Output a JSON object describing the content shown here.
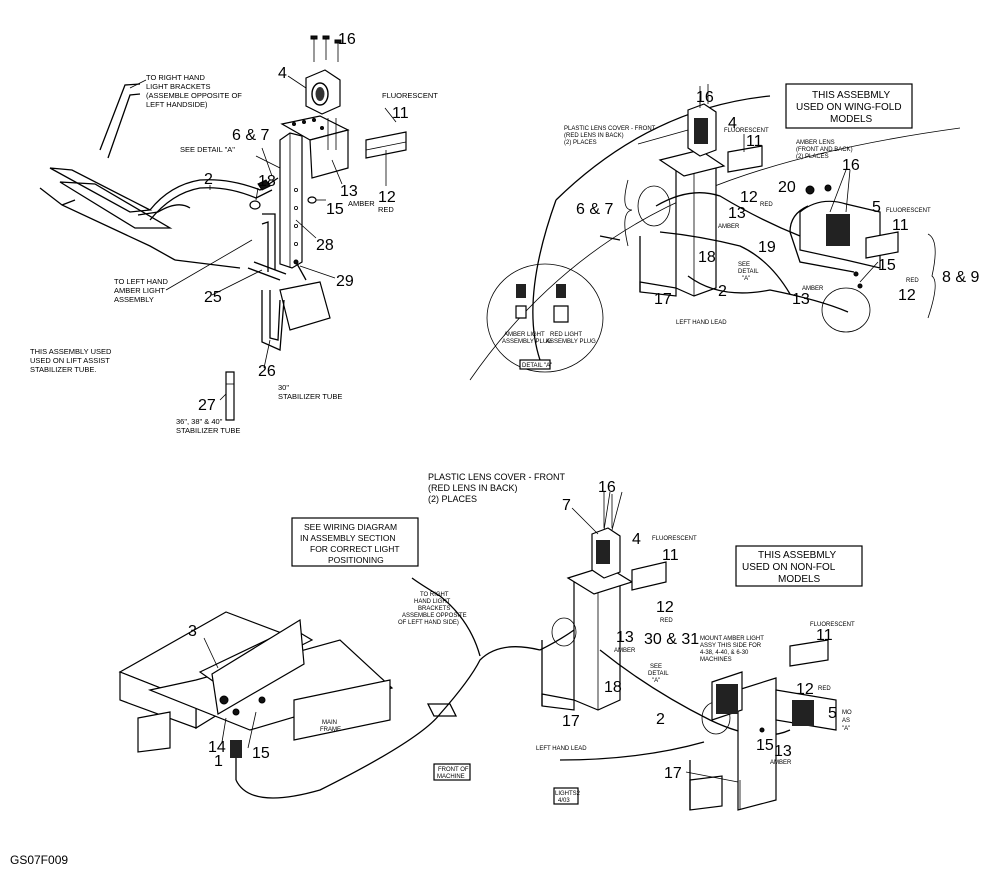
{
  "figure_code": "GS07F009",
  "top_left": {
    "callouts": {
      "n4": "4",
      "n16": "16",
      "n11": "11",
      "n67": "6 & 7",
      "n2": "2",
      "n18": "18",
      "n13": "13",
      "n12": "12",
      "n15": "15",
      "n28": "28",
      "n29": "29",
      "n25": "25",
      "n26": "26",
      "n27": "27"
    },
    "notes": {
      "right_hand_1": "TO RIGHT HAND",
      "right_hand_2": "LIGHT BRACKETS",
      "right_hand_3": "(ASSEMBLE OPPOSITE OF",
      "right_hand_4": "LEFT HANDSIDE)",
      "fluorescent": "FLUORESCENT",
      "detail": "SEE DETAIL \"A\"",
      "amber": "AMBER",
      "red": "RED",
      "left_amber_1": "TO LEFT HAND",
      "left_amber_2": "AMBER LIGHT",
      "left_amber_3": "ASSEMBLY",
      "lift_1": "THIS ASSEMBLY USED",
      "lift_2": "USED ON LIFT ASSIST",
      "lift_3": "STABILIZER TUBE.",
      "tube30_1": "30\"",
      "tube30_2": "STABILIZER TUBE",
      "tube36_1": "36\", 38\" & 40\"",
      "tube36_2": "STABILIZER TUBE"
    }
  },
  "top_right": {
    "callouts": {
      "n16a": "16",
      "n4": "4",
      "n11a": "11",
      "n16b": "16",
      "n67": "6 & 7",
      "n12a": "12",
      "n20": "20",
      "n5": "5",
      "n11b": "11",
      "n13a": "13",
      "n18": "18",
      "n19": "19",
      "n15": "15",
      "n89": "8 & 9",
      "n2": "2",
      "n17": "17",
      "n13b": "13",
      "n12b": "12"
    },
    "notes": {
      "wing_1": "THIS ASSEBMLY",
      "wing_2": "USED ON WING-FOLD",
      "wing_3": "MODELS",
      "lens_1": "PLASTIC LENS COVER - FRONT",
      "lens_2": "(RED LENS IN BACK)",
      "lens_3": "(2) PLACES",
      "fluorescent_a": "FLUORESCENT",
      "amber_lens_1": "AMBER LENS",
      "amber_lens_2": "(FRONT AND BACK)",
      "amber_lens_3": "(2) PLACES",
      "fluorescent_b": "FLUORESCENT",
      "red_a": "RED",
      "amber_a": "AMBER",
      "detail_1": "SEE",
      "detail_2": "DETAIL",
      "detail_3": "\"A\"",
      "amber_b": "AMBER",
      "red_b": "RED",
      "left_lead": "LEFT HAND LEAD",
      "plug_amber_1": "AMBER LIGHT",
      "plug_amber_2": "ASSEMBLY PLUG",
      "plug_red_1": "RED LIGHT",
      "plug_red_2": "ASSEMBLY PLUG",
      "detail_a": "DETAIL \"A\""
    }
  },
  "bottom": {
    "callouts": {
      "n16": "16",
      "n7": "7",
      "n4": "4",
      "n11a": "11",
      "n12a": "12",
      "n3031": "30 & 31",
      "n13a": "13",
      "n18": "18",
      "n3": "3",
      "n14": "14",
      "n15a": "15",
      "n1": "1",
      "n2": "2",
      "n17a": "17",
      "n17b": "17",
      "n11b": "11",
      "n12b": "12",
      "n5": "5",
      "n15b": "15",
      "n13b": "13"
    },
    "notes": {
      "lens_1": "PLASTIC LENS COVER - FRONT",
      "lens_2": "(RED LENS IN BACK)",
      "lens_3": "(2) PLACES",
      "wiring_1": "SEE WIRING DIAGRAM",
      "wiring_2": "IN ASSEMBLY SECTION",
      "wiring_3": "FOR CORRECT LIGHT",
      "wiring_4": "POSITIONING",
      "nonfold_1": "THIS ASSEBMLY",
      "nonfold_2": "USED ON NON-FOL",
      "nonfold_3": "MODELS",
      "fluorescent_a": "FLUORESCENT",
      "fluorescent_b": "FLUORESCENT",
      "right_1": "TO RIGHT",
      "right_2": "HAND LIGHT",
      "right_3": "BRACKETS",
      "right_4": "ASSEMBLE OPPOSITE",
      "right_5": "OF LEFT HAND SIDE)",
      "red_a": "RED",
      "amber_a": "AMBER",
      "mount_1": "MOUNT AMBER LIGHT",
      "mount_2": "ASSY THIS SIDE FOR",
      "mount_3": "4-38, 4-40, & 6-30",
      "mount_4": "MACHINES",
      "detail_1": "SEE",
      "detail_2": "DETAIL",
      "detail_3": "\"A\"",
      "red_b": "RED",
      "amber_b": "AMBER",
      "mo_1": "MO",
      "mo_2": "AS",
      "mo_3": "\"A\"",
      "main_frame_1": "MAIN",
      "main_frame_2": "FRAME",
      "left_lead": "LEFT HAND LEAD",
      "front_1": "FRONT OF",
      "front_2": "MACHINE",
      "stamp_1": "LIGHTS2",
      "stamp_2": "4/03"
    }
  }
}
